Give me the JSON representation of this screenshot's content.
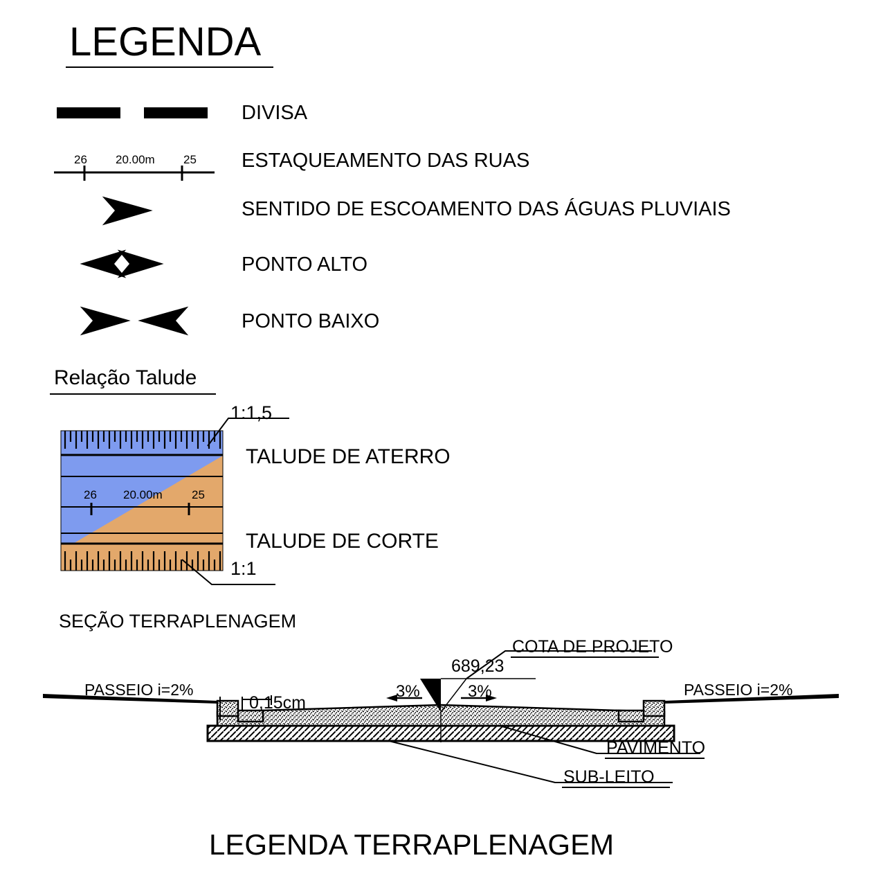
{
  "title": "LEGENDA",
  "bottom_title": "LEGENDA TERRAPLENAGEM",
  "legend_rows": [
    {
      "symbol": "dashed-boundary",
      "label": "DIVISA"
    },
    {
      "symbol": "station-line",
      "label": "ESTAQUEAMENTO DAS RUAS"
    },
    {
      "symbol": "single-arrow",
      "label": "SENTIDO DE ESCOAMENTO DAS ÁGUAS PLUVIAIS"
    },
    {
      "symbol": "double-arrow-out",
      "label": "PONTO ALTO"
    },
    {
      "symbol": "double-arrow-in",
      "label": "PONTO BAIXO"
    }
  ],
  "station": {
    "left_number": "26",
    "distance": "20.00m",
    "right_number": "25"
  },
  "talude": {
    "section_title": "Relação Talude",
    "aterro_ratio": "1:1,5",
    "aterro_label": "TALUDE DE ATERRO",
    "corte_label": "TALUDE DE CORTE",
    "corte_ratio": "1:1",
    "station": {
      "left_number": "26",
      "distance": "20.00m",
      "right_number": "25"
    },
    "colors": {
      "aterro_fill": "#7E9BEF",
      "corte_fill": "#E3A86B",
      "outline": "#000000"
    }
  },
  "section": {
    "title": "SEÇÃO TERRAPLENAGEM",
    "sidewalk_left_label": "PASSEIO i=2%",
    "sidewalk_right_label": "PASSEIO i=2%",
    "curb_height_label": "0,15cm",
    "crown_elevation": "689,23",
    "crown_callout": "COTA DE PROJETO",
    "slope_left_label": "3%",
    "slope_right_label": "3%",
    "layer_labels": {
      "pavement": "PAVIMENTO",
      "subgrade": "SUB-LEITO"
    }
  }
}
